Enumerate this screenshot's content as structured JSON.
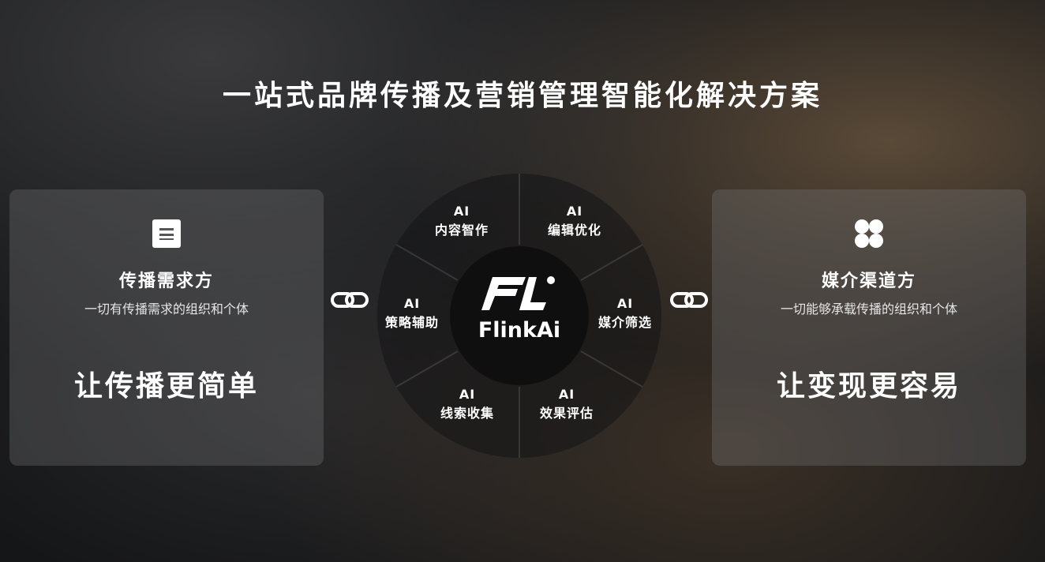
{
  "title": "一站式品牌传播及营销管理智能化解决方案",
  "left_card": {
    "icon": "document-icon",
    "name": "传播需求方",
    "desc": "一切有传播需求的组织和个体",
    "slogan": "让传播更简单"
  },
  "right_card": {
    "icon": "four-petal-icon",
    "name": "媒介渠道方",
    "desc": "一切能够承载传播的组织和个体",
    "slogan": "让变现更容易"
  },
  "center": {
    "logo_text": "FlinkAi",
    "segments": [
      {
        "prefix": "AI",
        "label": "内容智作"
      },
      {
        "prefix": "AI",
        "label": "编辑优化"
      },
      {
        "prefix": "AI",
        "label": "媒介筛选"
      },
      {
        "prefix": "AI",
        "label": "效果评估"
      },
      {
        "prefix": "AI",
        "label": "线索收集"
      },
      {
        "prefix": "AI",
        "label": "策略辅助"
      }
    ]
  }
}
